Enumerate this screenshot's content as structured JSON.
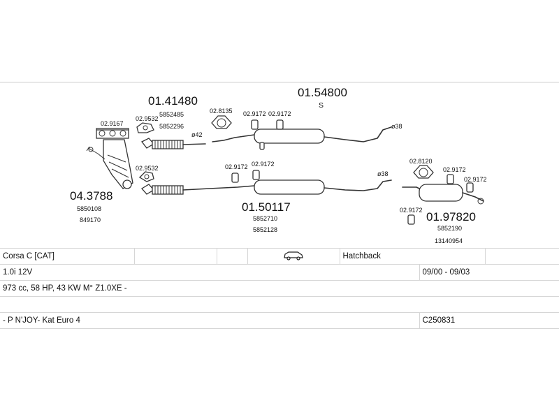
{
  "parts": {
    "p_041480": {
      "number": "01.41480",
      "refs": [
        "5852485",
        "5852296"
      ]
    },
    "p_0154800": {
      "number": "01.54800",
      "sub": "S"
    },
    "p_043788": {
      "number": "04.3788",
      "refs": [
        "5850108",
        "849170"
      ]
    },
    "p_0150117": {
      "number": "01.50117",
      "refs": [
        "5852710",
        "5852128"
      ]
    },
    "p_0197820": {
      "number": "01.97820",
      "refs": [
        "5852190",
        "13140954"
      ]
    },
    "small": {
      "a": "02.9167",
      "b": "02.9532",
      "c": "02.8135",
      "d": "02.9172",
      "e": "02.9172",
      "f": "02.9532",
      "g": "02.9172",
      "h": "02.9172",
      "i": "02.8120",
      "j": "02.9172",
      "k": "02.9172",
      "l": "02.9172"
    },
    "diam": {
      "d42": "ø42",
      "d38a": "ø38",
      "d38b": "ø38"
    }
  },
  "table": {
    "row1": {
      "model": "Corsa C  [CAT]",
      "body": "Hatchback",
      "car_icon": "car-icon"
    },
    "row2": {
      "engine": "1.0i  12V",
      "years": "09/00 - 09/03"
    },
    "row3": {
      "spec": "973 cc, 58 HP, 43 KW M° Z1.0XE -"
    },
    "row4": {},
    "row5": {
      "note": "- P N'JOY- Kat Euro 4",
      "code": "C250831"
    }
  }
}
